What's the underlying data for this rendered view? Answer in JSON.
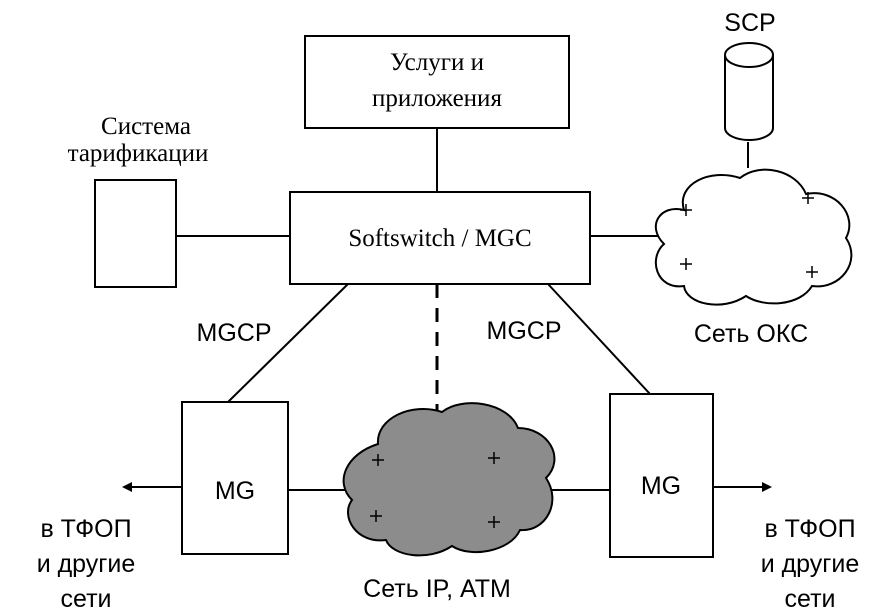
{
  "diagram": {
    "services_box": {
      "line1": "Услуги и",
      "line2": "приложения"
    },
    "softswitch": "Softswitch / MGC",
    "billing": {
      "line1": "Система",
      "line2": "тарификации"
    },
    "scp": "SCP",
    "sgs_network": "Сеть ОКС",
    "mgcp_left": "MGCP",
    "mgcp_right": "MGCP",
    "mg_left": "MG",
    "mg_right": "MG",
    "ip_network": "Сеть IP, АТМ",
    "pstn_left": {
      "line1": "в ТФОП",
      "line2": "и другие",
      "line3": "сети"
    },
    "pstn_right": {
      "line1": "в ТФОП",
      "line2": "и другие",
      "line3": "сети"
    },
    "colors": {
      "stroke": "#000000",
      "cloud_fill": "#8c8c8c",
      "background": "#ffffff"
    }
  }
}
